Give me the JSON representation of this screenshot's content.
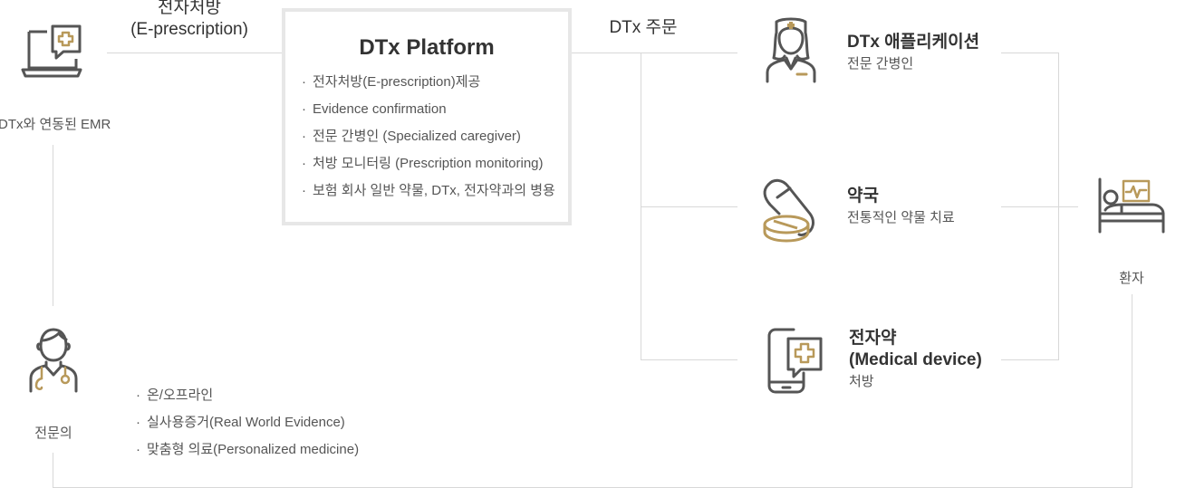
{
  "edges": {
    "prescription_label_line1": "전자처방",
    "prescription_label_line2": "(E-prescription)",
    "order_label": "DTx 주문"
  },
  "emr": {
    "label": "DTx와 연동된 EMR",
    "icon": "laptop-medical-icon"
  },
  "doctor": {
    "label": "전문의",
    "icon": "doctor-icon"
  },
  "platform": {
    "title": "DTx Platform",
    "bullet": "·",
    "features": [
      "전자처방(E-prescription)제공",
      "Evidence confirmation",
      "전문 간병인 (Specialized caregiver)",
      "처방 모니터링 (Prescription monitoring)",
      "보험 회사 일반 약물, DTx, 전자약과의 병용"
    ]
  },
  "evidence": {
    "bullet": "·",
    "items": [
      "온/오프라인",
      "실사용증거(Real World Evidence)",
      "맞춤형 의료(Personalized medicine)"
    ]
  },
  "nodes": [
    {
      "title": "DTx 애플리케이션",
      "subtitle": "전문 간병인",
      "icon": "nurse-icon"
    },
    {
      "title": "약국",
      "subtitle": "전통적인 약물 치료",
      "icon": "pill-icon"
    },
    {
      "title_line1": "전자약",
      "title_line2": "(Medical device)",
      "subtitle": "처방",
      "icon": "mobile-medical-icon"
    }
  ],
  "patient": {
    "label": "환자",
    "icon": "hospital-bed-icon"
  },
  "colors": {
    "line": "#d8d8d8",
    "icon_dark": "#555555",
    "icon_accent": "#b8995a",
    "box_border": "#e7e7e7"
  }
}
